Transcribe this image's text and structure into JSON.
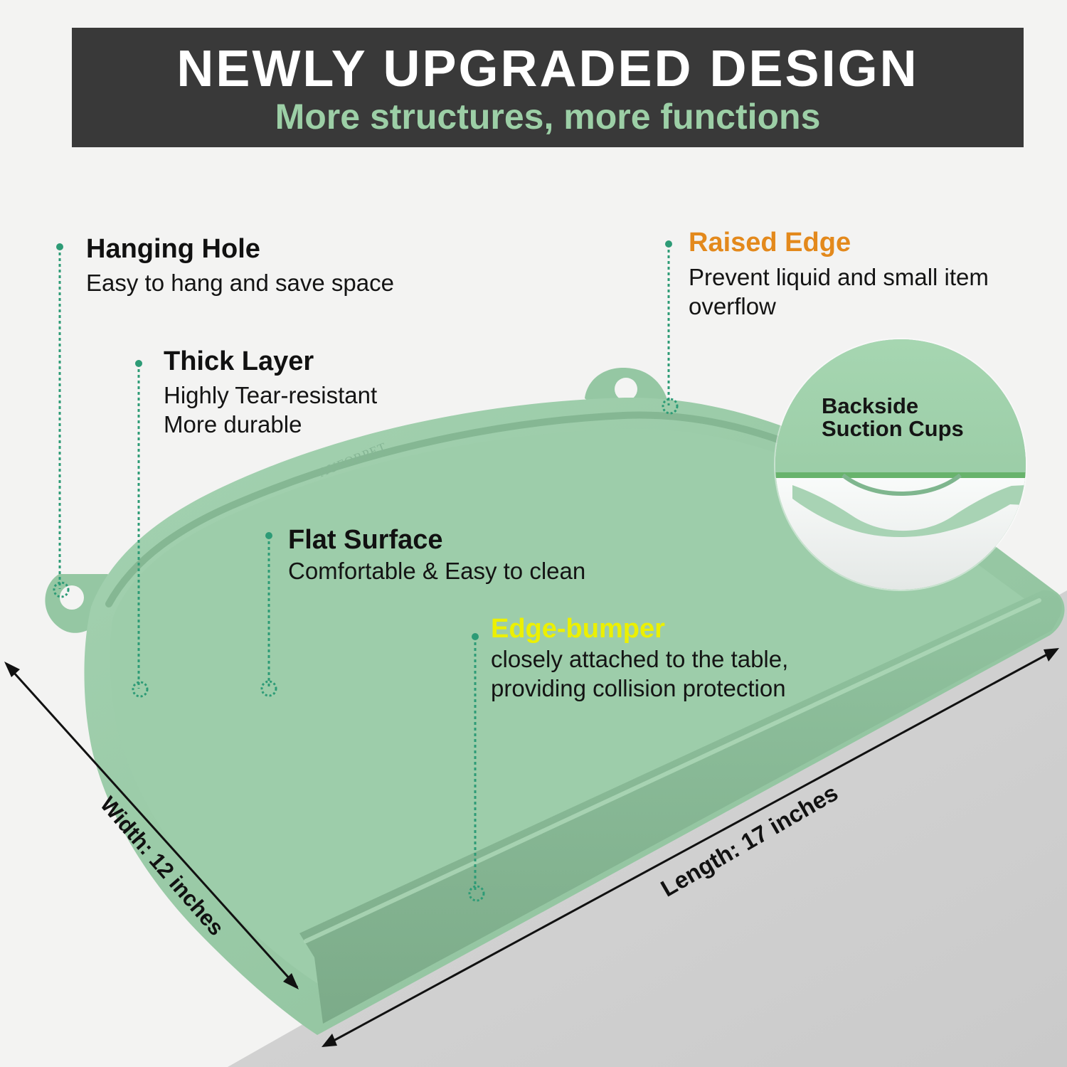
{
  "header": {
    "title": "NEWLY UPGRADED DESIGN",
    "subtitle": "More structures, more functions"
  },
  "features": {
    "hanging_hole": {
      "title": "Hanging Hole",
      "description": "Easy to hang and save space"
    },
    "thick_layer": {
      "title": "Thick Layer",
      "description_line1": "Highly Tear-resistant",
      "description_line2": "More durable"
    },
    "flat_surface": {
      "title": "Flat Surface",
      "description": "Comfortable & Easy to clean"
    },
    "edge_bumper": {
      "title": "Edge-bumper",
      "description_line1": "closely attached to the table,",
      "description_line2": "providing collision protection"
    },
    "raised_edge": {
      "title": "Raised Edge",
      "description": "Prevent liquid and small item overflow"
    }
  },
  "zoom_callout": {
    "line1": "Backside",
    "line2": "Suction Cups"
  },
  "dimensions": {
    "width": "Width: 12 inches",
    "length": "Length: 17 inches"
  },
  "brand": {
    "mark": "AUFORPET"
  },
  "colors": {
    "header_bg": "#393939",
    "accent_green": "#9ccfa6",
    "mat_green": "#98c9a6",
    "raised_edge_orange": "#e3891c",
    "edge_bumper_yellow": "#ecf000",
    "leader_teal": "#2d9b76"
  }
}
